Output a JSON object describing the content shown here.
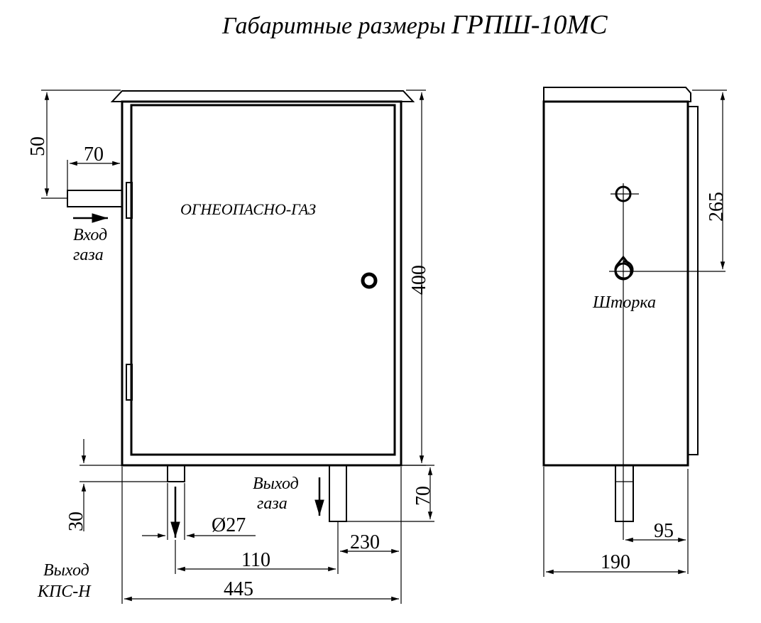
{
  "title": {
    "label": "Габаритные размеры",
    "model": "ГРПШ-10МС"
  },
  "front": {
    "door_text": "ОГНЕОПАСНО-ГАЗ",
    "inlet_line1": "Вход",
    "inlet_line2": "газа",
    "outlet_line1": "Выход",
    "outlet_line2": "газа",
    "kps_line1": "Выход",
    "kps_line2": "КПС-Н"
  },
  "side": {
    "shutter_label": "Шторка"
  },
  "dimensions": {
    "d50": "50",
    "d70_top": "70",
    "d400": "400",
    "d30": "30",
    "d27": "Ø27",
    "d70_bottom": "70",
    "d230": "230",
    "d110": "110",
    "d445": "445",
    "d265": "265",
    "d95": "95",
    "d190": "190"
  }
}
